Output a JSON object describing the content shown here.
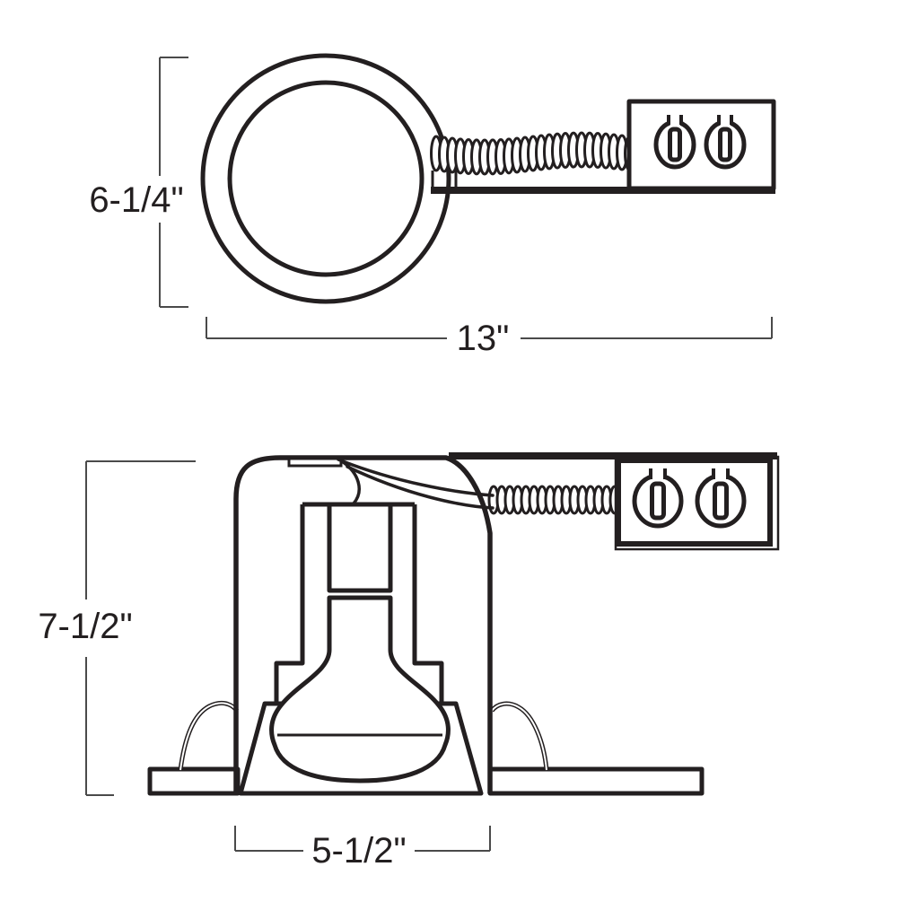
{
  "title": "Recessed downlight fixture dimension diagram",
  "colors": {
    "ink": "#231f20",
    "dim": "#4a4a4a",
    "bg": "#ffffff"
  },
  "views": {
    "top": {
      "height_dim": "6-1/4\"",
      "width_dim": "13\""
    },
    "side": {
      "height_dim": "7-1/2\"",
      "width_dim": "5-1/2\""
    }
  }
}
